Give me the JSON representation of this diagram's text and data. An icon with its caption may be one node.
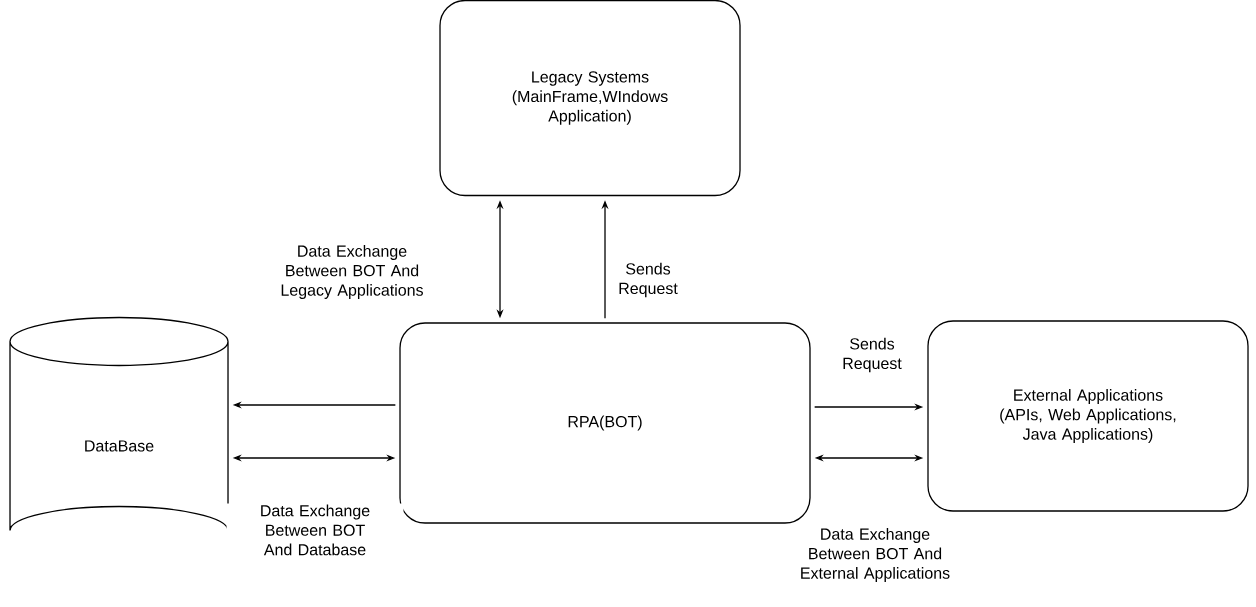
{
  "diagram": {
    "nodes": [
      {
        "text": [
          "Legacy Systems (MainFrame,WIndows Application)"
        ]
      },
      {
        "text": [
          "DataBase"
        ]
      },
      {
        "text": [
          "RPA(BOT)"
        ]
      },
      {
        "text": [
          "External Applications (APIs, Web Applications, Java Applications)"
        ]
      }
    ],
    "edges": [
      {
        "from": 2,
        "to": 0,
        "arrow": "both",
        "label": "Data Exchange Between BOT And Legacy Applications"
      },
      {
        "from": 2,
        "to": 0,
        "arrow": "to",
        "label": "Sends Request"
      },
      {
        "from": 2,
        "to": 1,
        "arrow": "to"
      },
      {
        "from": 1,
        "to": 2,
        "arrow": "both",
        "label": "Data Exchange Between BOT And Database"
      },
      {
        "from": 2,
        "to": 3,
        "arrow": "to",
        "label": "Sends Request"
      },
      {
        "from": 2,
        "to": 3,
        "arrow": "both",
        "label": "Data Exchange Between BOT And External Applications"
      }
    ]
  }
}
